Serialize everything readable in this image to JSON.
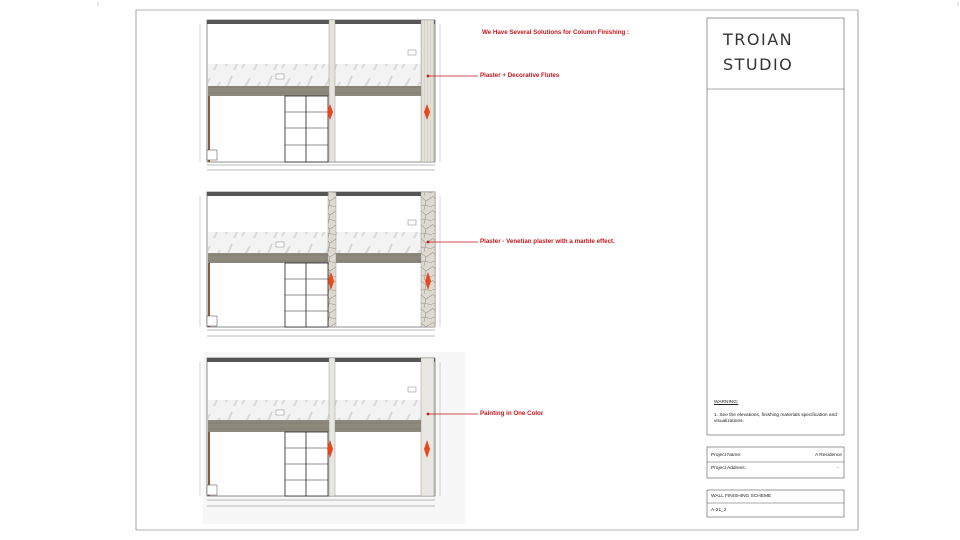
{
  "notes": {
    "heading": "We Have Several Solutions for Column Finishing :",
    "option_1": "Plaster + Decorative Flutes",
    "option_2": "Plaster - Venetian plaster with a marble effect.",
    "option_3": "Painting in One Color"
  },
  "title_block": {
    "studio_line1": "TROIAN",
    "studio_line2": "STUDIO",
    "warning_title": "WARNING:",
    "warning_text_1": "1. See the elevations, finishing materials specification and",
    "warning_text_2": "visualizations.",
    "project_name_label": "Project Name:",
    "project_name_value": "A Residence",
    "project_address_label": "Project Address:",
    "project_address_value": "-",
    "sheet_title": "WALL FINISHING SCHEME",
    "sheet_number": "A-21_2"
  },
  "colors": {
    "accent_red": "#c0171c",
    "stone_band": "#8a8577",
    "column_plaster": "#e3e0d8",
    "venetian": "#d8d4cc"
  }
}
